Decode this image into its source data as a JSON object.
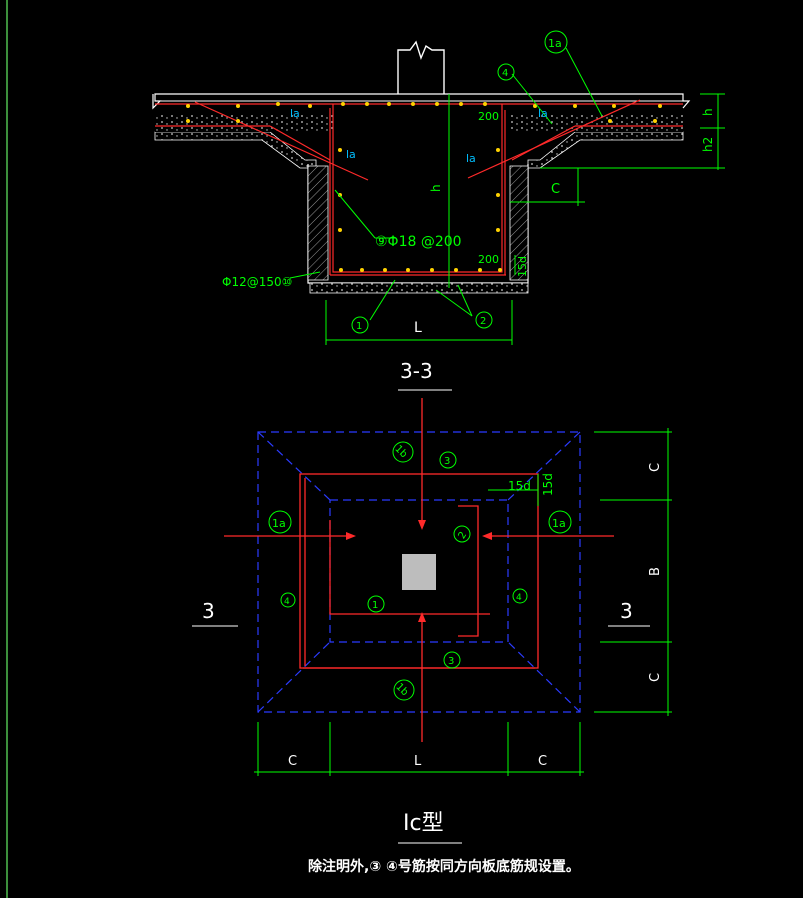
{
  "colors": {
    "background": "#000000",
    "concrete_outline": "#ffffff",
    "rebar": "#ff2a2a",
    "rebar_dots": "#ffd200",
    "dimension": "#00ff00",
    "label_cyan": "#00bfff",
    "dashed_blue": "#2b3bff"
  },
  "section": {
    "title": "3-3",
    "labels": {
      "h_right_top": "h",
      "h2": "h2",
      "c_right": "C",
      "h_center": "h",
      "la_left": "la",
      "la_left_slope": "la",
      "la_right_slope": "la",
      "la_right": "la",
      "dim_200_top": "200",
      "dim_200_bottom": "200",
      "dim_15d": "15d",
      "rebar_9": "⑨Φ18 @200",
      "rebar_side": "Φ12@150⑩",
      "bubble_1a": "1a",
      "bubble_4": "4",
      "bubble_1": "1",
      "bubble_2": "2",
      "dim_L": "L"
    }
  },
  "plan": {
    "title": "Ic型",
    "section_mark_left": "3",
    "section_mark_right": "3",
    "labels": {
      "bubble_1b_top": "1b",
      "bubble_3_top": "3",
      "bubble_1a_left": "1a",
      "bubble_1a_right": "1a",
      "bubble_2": "2",
      "bubble_4_left": "4",
      "bubble_4_right": "4",
      "bubble_1": "1",
      "bubble_3_bottom": "3",
      "bubble_1b_bottom": "1b",
      "dim_15d": "15d",
      "dim_15d_vertical": "15d",
      "dim_C_top": "C",
      "dim_B": "B",
      "dim_C_bottom": "C",
      "dim_C_left": "C",
      "dim_L": "L",
      "dim_C_right": "C"
    }
  },
  "note": "除注明外,③ ④号筋按同方向板底筋规设置。"
}
